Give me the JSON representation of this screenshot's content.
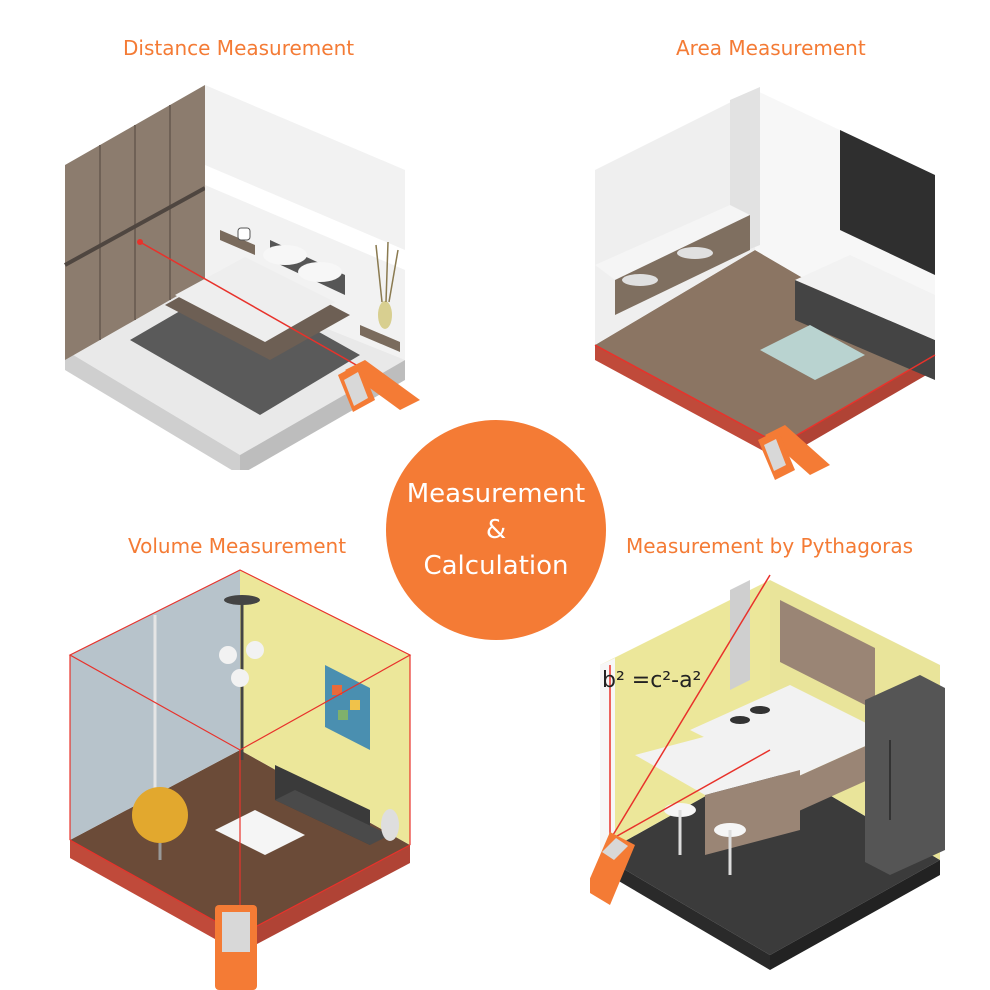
{
  "captions": {
    "distance": "Distance Measurement",
    "area": "Area Measurement",
    "volume": "Volume Measurement",
    "pythagoras": "Measurement by Pythagoras"
  },
  "center": {
    "line1": "Measurement",
    "line2": "&",
    "line3": "Calculation"
  },
  "formula": "b² =c²-a²",
  "colors": {
    "accent": "#f47b35",
    "laser": "#e8322b",
    "wall_yellow": "#ece79a",
    "floor_dark": "#3b3b3b",
    "wood": "#8a7a6a"
  },
  "icons": [
    "laser-meter-icon",
    "bed-icon",
    "bathtub-icon",
    "armchair-icon",
    "chandelier-icon",
    "stove-icon",
    "refrigerator-icon"
  ]
}
